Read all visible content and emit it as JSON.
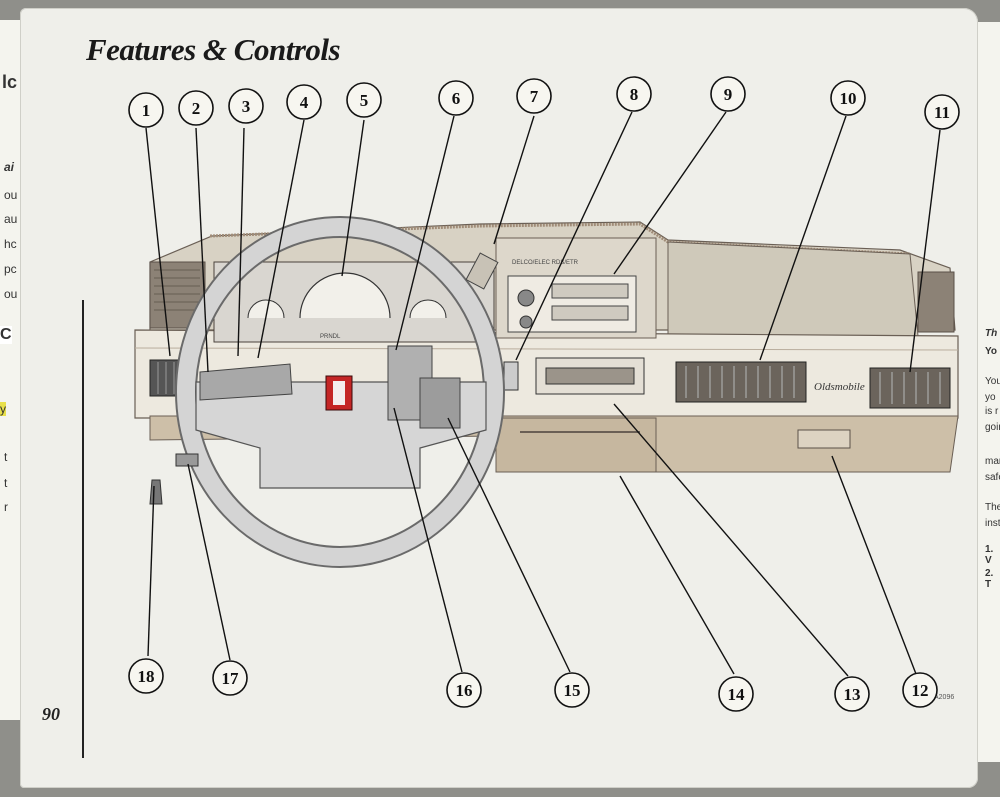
{
  "page": {
    "title": "Features & Controls",
    "page_number": "90",
    "figure_code": "A2096"
  },
  "illustration": {
    "brand_badge": "Oldsmobile",
    "radio_tag": "DELCO/ELEC RDS/ETR",
    "speedo_brand": "PRNDL"
  },
  "callouts": [
    "1",
    "2",
    "3",
    "4",
    "5",
    "6",
    "7",
    "8",
    "9",
    "10",
    "11",
    "12",
    "13",
    "14",
    "15",
    "16",
    "17",
    "18"
  ],
  "left_edge_fragments": [
    "lc",
    "ai",
    "ou",
    "au",
    "hc",
    "pc",
    "ou",
    "C",
    "y",
    "t",
    "t",
    "r"
  ],
  "right_edge_fragments": [
    "Th",
    "Yo",
    "You",
    "yo",
    "is r",
    "goin",
    "man",
    "safe",
    "The",
    "instr",
    "1. V",
    "2. T"
  ]
}
